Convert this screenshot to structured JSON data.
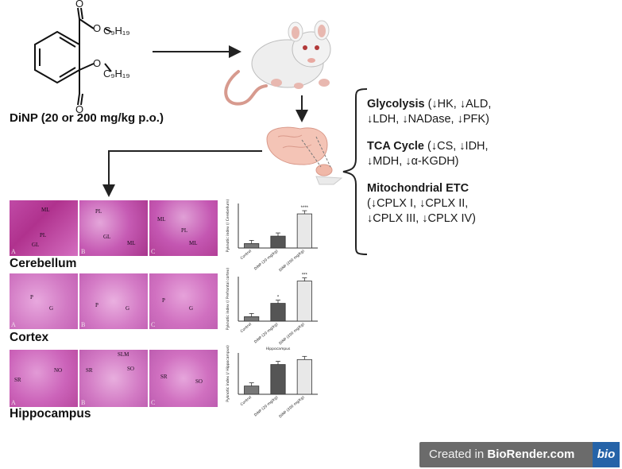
{
  "compound": {
    "substituent_top": "C₉H₁₉",
    "substituent_bottom": "C₉H₁₉",
    "ether_o_top": "O",
    "ether_o_bottom": "O",
    "carbonyl_o_top": "O",
    "carbonyl_o_bottom": "O",
    "label": "DiNP (20 or 200 mg/kg p.o.)"
  },
  "effects": [
    {
      "heading": "Glycolysis",
      "lines": [
        "(↓HK, ↓ALD,",
        "↓LDH, ↓NADase, ↓PFK)"
      ]
    },
    {
      "heading": "TCA Cycle",
      "lines": [
        "(↓CS, ↓IDH,",
        "↓MDH, ↓α-KGDH)"
      ]
    },
    {
      "heading": "Mitochondrial ETC",
      "lines": [
        "(↓CPLX I, ↓CPLX II,",
        "↓CPLX III, ↓CPLX IV)"
      ]
    }
  ],
  "regions": [
    {
      "name": "Cerebellum",
      "panels": [
        {
          "corner": "A",
          "tags": [
            "ML",
            "PL",
            "GL"
          ]
        },
        {
          "corner": "B",
          "tags": [
            "PL",
            "GL",
            "ML"
          ]
        },
        {
          "corner": "C",
          "tags": [
            "ML",
            "PL",
            "ML"
          ]
        }
      ],
      "chart": {
        "type": "bar",
        "ylabel": "Pyknotic index (/ Cerebellum)",
        "categories": [
          "Control",
          "DiNP (20 mg/kg)",
          "DiNP (200 mg/kg)"
        ],
        "values": [
          3,
          8,
          23
        ],
        "ylim": [
          0,
          30
        ],
        "sig": [
          "",
          "",
          "****"
        ],
        "colors": [
          "#777777",
          "#555555",
          "#e8e8e8"
        ]
      }
    },
    {
      "name": "Cortex",
      "panels": [
        {
          "corner": "A",
          "tags": [
            "P",
            "G"
          ]
        },
        {
          "corner": "B",
          "tags": [
            "P",
            "G"
          ]
        },
        {
          "corner": "C",
          "tags": [
            "P",
            "G"
          ]
        }
      ],
      "chart": {
        "type": "bar",
        "ylabel": "Pyknotic index (/ Prefrontal cortex)",
        "categories": [
          "Control",
          "DiNP (20 mg/kg)",
          "DiNP (200 mg/kg)"
        ],
        "values": [
          2,
          8,
          18
        ],
        "ylim": [
          0,
          20
        ],
        "sig": [
          "",
          "*",
          "***"
        ],
        "colors": [
          "#777777",
          "#555555",
          "#e8e8e8"
        ]
      }
    },
    {
      "name": "Hippocampus",
      "panels": [
        {
          "corner": "A",
          "tags": [
            "SR",
            "NO"
          ]
        },
        {
          "corner": "B",
          "tags": [
            "SR",
            "SLM",
            "SO"
          ]
        },
        {
          "corner": "C",
          "tags": [
            "SR",
            "SO"
          ]
        }
      ],
      "chart": {
        "type": "bar",
        "title": "Hippocampus",
        "ylabel": "Pyknotic index (/ Hippocampus)",
        "categories": [
          "Control",
          "DiNP (20 mg/kg)",
          "DiNP (200 mg/kg)"
        ],
        "values": [
          5,
          18,
          21
        ],
        "ylim": [
          0,
          25
        ],
        "sig": [
          "",
          "",
          ""
        ],
        "colors": [
          "#777777",
          "#555555",
          "#e8e8e8"
        ]
      }
    }
  ],
  "footer": {
    "prefix": "Created in ",
    "brand": "BioRender.com",
    "badge": "bio"
  },
  "colors": {
    "stain_dark": "#b0328e",
    "stain_light": "#d36ec2",
    "arrow": "#222222"
  }
}
